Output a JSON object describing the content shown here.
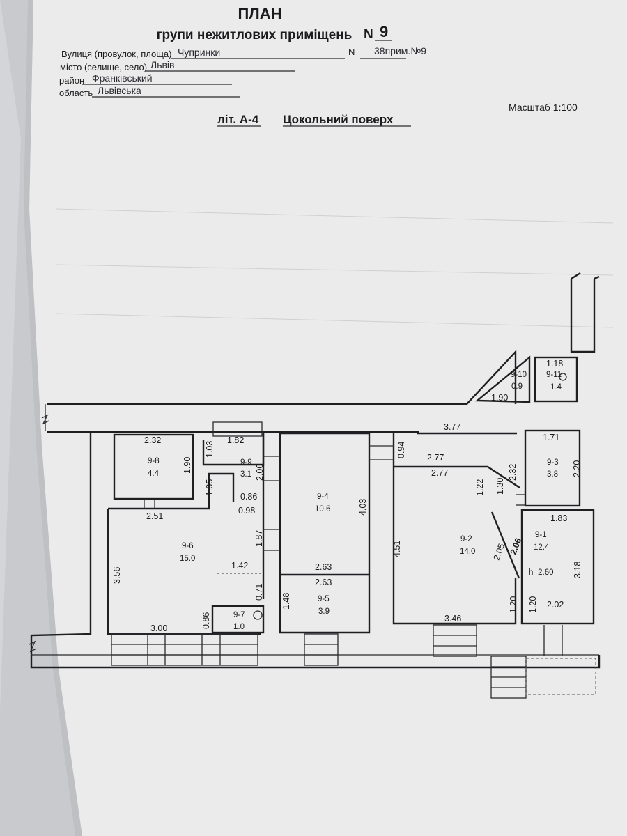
{
  "header": {
    "title": "ПЛАН",
    "subtitle": "групи нежитлових приміщень",
    "group_n_label": "N",
    "group_number": "9",
    "street_label": "Вулиця (провулок, площа)",
    "street_value": "Чупринки",
    "house_n_label": "N",
    "house_number": "38прим.№9",
    "city_label": "місто (селище, село)",
    "city_value": "Львів",
    "district_label": "район",
    "district_value": "Франківський",
    "region_label": "область",
    "region_value": "Львівська"
  },
  "plan": {
    "scale": "Масштаб 1:100",
    "lit": "літ. А-4",
    "floor": "Цокольний поверх"
  },
  "rooms": [
    {
      "id": "9-1",
      "area": "12.4"
    },
    {
      "id": "9-2",
      "area": "14.0"
    },
    {
      "id": "9-3",
      "area": "3.8"
    },
    {
      "id": "9-4",
      "area": "10.6"
    },
    {
      "id": "9-5",
      "area": "3.9"
    },
    {
      "id": "9-6",
      "area": "15.0"
    },
    {
      "id": "9-7",
      "area": "1.0"
    },
    {
      "id": "9-8",
      "area": "4.4"
    },
    {
      "id": "9-9",
      "area": "3.1"
    },
    {
      "id": "9-10",
      "area": "0.9"
    },
    {
      "id": "9-11",
      "area": "1.4"
    }
  ],
  "height_note": "h=2.60",
  "dimensions": {
    "d_118": "1.18",
    "d_190_top": "1.90",
    "d_377": "3.77",
    "d_094": "0.94",
    "d_277a": "2.77",
    "d_277b": "2.77",
    "d_171": "1.71",
    "d_232": "2.32",
    "d_220": "2.20",
    "d_130": "1.30",
    "d_122": "1.22",
    "d_183": "1.83",
    "d_451": "4.51",
    "d_205": "2.05",
    "d_206": "2.06",
    "d_318": "3.18",
    "d_120a": "1.20",
    "d_120b": "1.20",
    "d_202": "2.02",
    "d_346": "3.46",
    "d_403": "4.03",
    "d_263a": "2.63",
    "d_263b": "2.63",
    "d_148": "1.48",
    "d_232b": "2.32",
    "d_190_98": "1.90",
    "d_251": "2.51",
    "d_103": "1.03",
    "d_182": "1.82",
    "d_200": "2.00",
    "d_086a": "0.86",
    "d_105": "1.05",
    "d_098": "0.98",
    "d_187": "1.87",
    "d_356": "3.56",
    "d_142": "1.42",
    "d_071": "0.71",
    "d_300": "3.00",
    "d_086b": "0.86"
  }
}
